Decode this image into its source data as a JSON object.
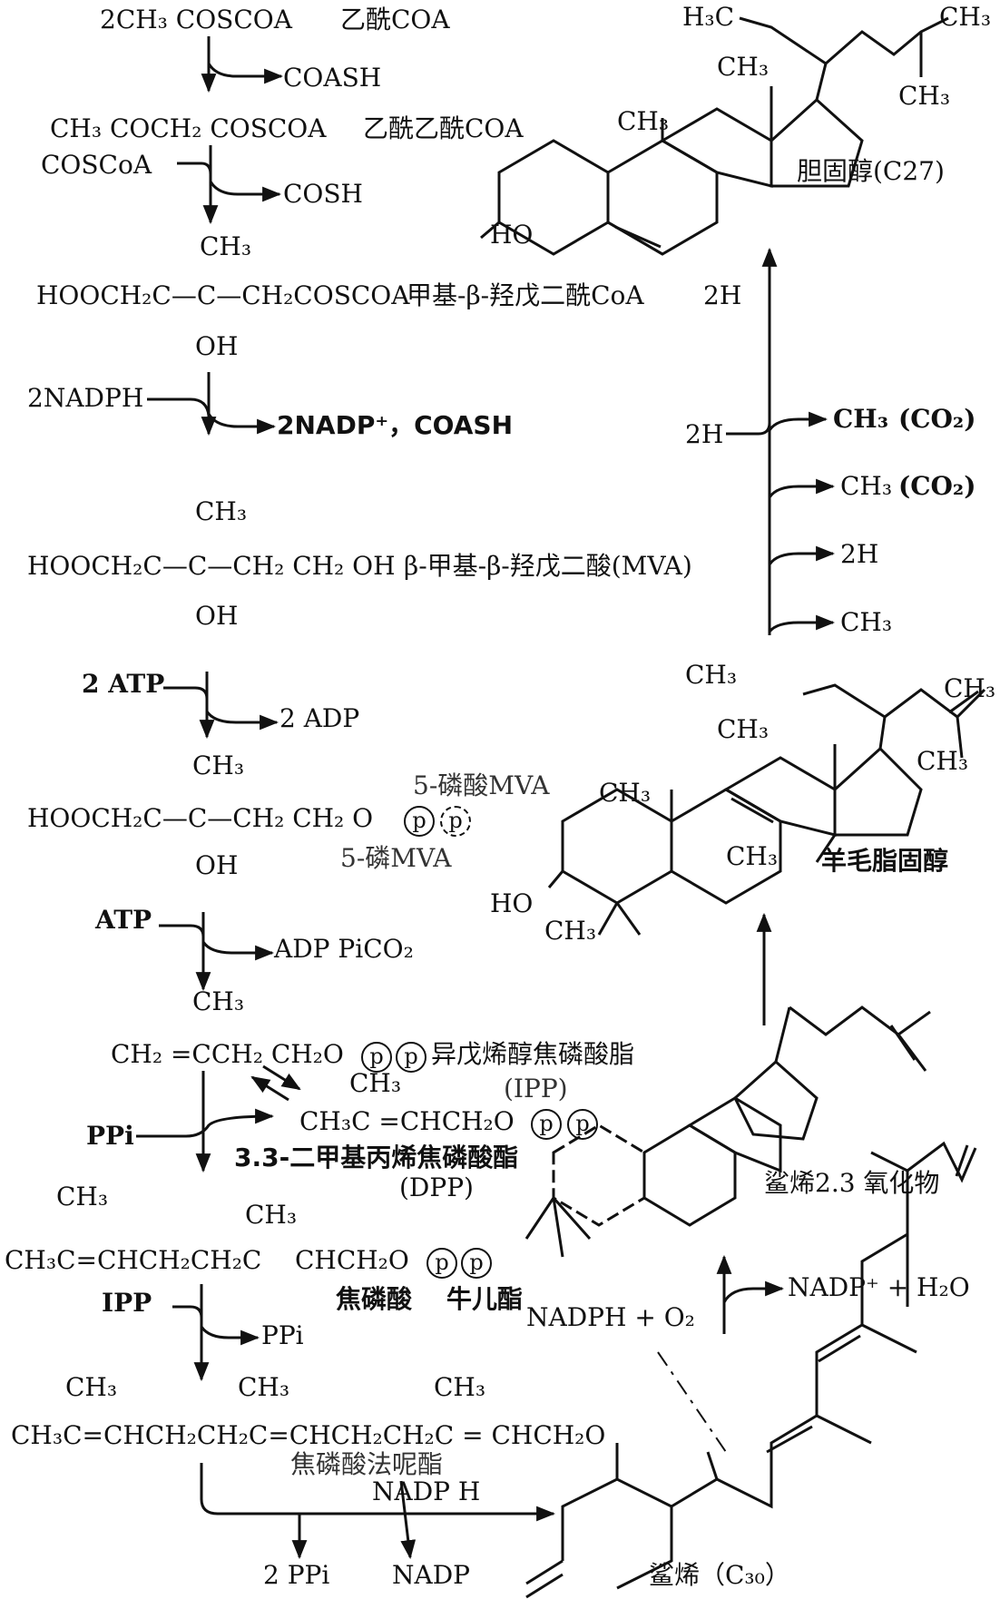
{
  "colors": {
    "ink": "#111111",
    "paper": "#ffffff"
  },
  "pathway": {
    "s1": "2CH₃ COSCOA",
    "s1_name": "乙酰COA",
    "s1_out": "COASH",
    "s2": "CH₃ COCH₂ COSCOA",
    "s2_name": "乙酰乙酰COA",
    "s2_in": "COSCoA",
    "s2_out": "COSH",
    "s3_ch3": "CH₃",
    "s3_main": "HOOCH₂C—C—CH₂COSCOA",
    "s3_name": "甲基-β-羟戊二酰CoA",
    "s3_2h": "2H",
    "s3_oh": "OH",
    "s3_in": "2NADPH",
    "s3_out": "2NADP⁺，COASH",
    "s4_ch3": "CH₃",
    "s4_main": "HOOCH₂C—C—CH₂ CH₂ OH",
    "s4_name": "β-甲基-β-羟戊二酸(MVA)",
    "s4_oh": "OH",
    "s4_in": "2 ATP",
    "s4_out": "2 ADP",
    "s5_ch3": "CH₃",
    "s5_main": "HOOCH₂C—C—CH₂ CH₂ O",
    "s5_p1": "p",
    "s5_p2": "p",
    "s5_oh": "OH",
    "s5_name_a": "5-磷酸MVA",
    "s5_name_b": "5-磷MVA",
    "s5_in": "ATP",
    "s5_out": "ADP PiCO₂",
    "s6_ch3": "CH₃",
    "s6_main": "CH₂ =CCH₂ CH₂O",
    "s6_p1": "p",
    "s6_p2": "p",
    "s6_name": "异戊烯醇焦磷酸脂",
    "s6_abbr": "(IPP)",
    "s7_ch3": "CH₃",
    "s7_main": "CH₃C =CHCH₂O",
    "s7_p1": "p",
    "s7_p2": "p",
    "s7_name": "3.3-二甲基丙烯焦磷酸酯",
    "s7_abbr": "(DPP)",
    "s7_in": "PPi",
    "s8_ch3a": "CH₃",
    "s8_ch3b": "CH₃",
    "s8_main": "CH₃C=CHCH₂CH₂C",
    "s8_tail": "CHCH₂O",
    "s8_p1": "p",
    "s8_p2": "p",
    "s8_name_a": "焦磷酸",
    "s8_name_b": "牛儿酯",
    "s8_in": "IPP",
    "s8_out": "PPi",
    "s9_ch3a": "CH₃",
    "s9_ch3b": "CH₃",
    "s9_ch3c": "CH₃",
    "s9_main": "CH₃C=CHCH₂CH₂C=CHCH₂CH₂C = CHCH₂O",
    "s9_name": "焦磷酸法呢酯",
    "s9_in": "NADP H",
    "s9_out1": "2 PPi",
    "s9_out2": "NADP"
  },
  "right": {
    "chol_h3c": "H₃C",
    "chol_ch3_top": "CH₃",
    "chol_ch3_mid": "CH₃",
    "chol_ch3_ring": "CH₃",
    "chol_ch3_tail": "CH₃",
    "chol_ho": "HO",
    "chol_name": "胆固醇(C27)",
    "r1_in": "2H",
    "r1_out": "CH₃",
    "r1_co2": "(CO₂)",
    "r2_out": "CH₃",
    "r2_co2": "(CO₂)",
    "r3_out": "2H",
    "r4_out": "CH₃",
    "lan_ch3_a": "CH₃",
    "lan_ch3_b": "CH₃",
    "lan_ch3_c": "CH₃",
    "lan_ch3_d": "CH₃",
    "lan_ch3_e": "CH₃",
    "lan_ch3_f": "CH₃",
    "lan_ch3_g": "CH₃",
    "lan_ho": "HO",
    "lan_name": "羊毛脂固醇",
    "epox_name": "鲨烯2.3 氧化物",
    "ox_in": "NADPH + O₂",
    "ox_out": "NADP⁺ + H₂O",
    "sq_name": "鲨烯（C₃₀）"
  }
}
